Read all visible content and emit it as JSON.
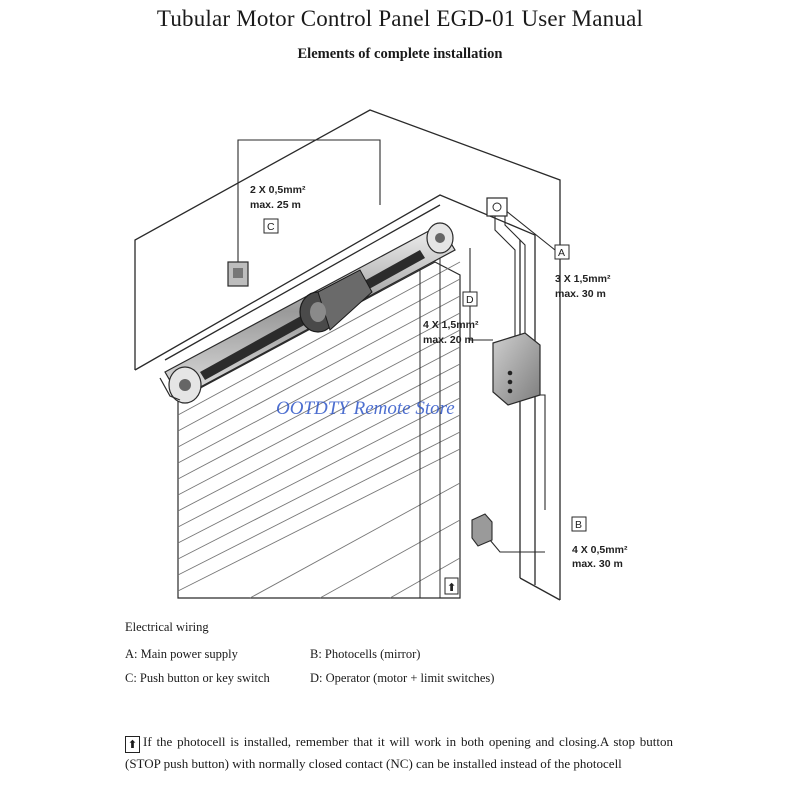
{
  "header": {
    "title": "Tubular Motor Control Panel EGD-01 User Manual",
    "subtitle": "Elements of complete installation"
  },
  "diagram": {
    "callouts": {
      "a": {
        "box": "A",
        "spec_line1": "3 X 1,5mm²",
        "spec_line2": "max. 30 m"
      },
      "b": {
        "box": "B",
        "spec_line1": "4 X 0,5mm²",
        "spec_line2": "max. 30 m"
      },
      "c": {
        "box": "C",
        "spec_line1": "2 X 0,5mm²",
        "spec_line2": "max. 25 m"
      },
      "d": {
        "box": "D",
        "spec_line1": "4 X 1,5mm²",
        "spec_line2": "max. 20 m"
      }
    },
    "marker_symbol": "⬆",
    "watermark": "OOTDTY Remote Store"
  },
  "wiring": {
    "title": "Electrical wiring",
    "items": [
      {
        "text": "A: Main power supply"
      },
      {
        "text": "B: Photocells (mirror)"
      },
      {
        "text": "C: Push button or key switch"
      },
      {
        "text": "D: Operator (motor + limit switches)"
      }
    ]
  },
  "note": {
    "icon": "⬆",
    "text": "If the photocell is installed, remember that it will work in both opening and closing.A stop button (STOP push button) with normally closed contact (NC) can be installed instead of the photocell"
  },
  "colors": {
    "line": "#2a2a2a",
    "watermark": "#2f56c8",
    "panel_grey": "#9a9a9a"
  }
}
